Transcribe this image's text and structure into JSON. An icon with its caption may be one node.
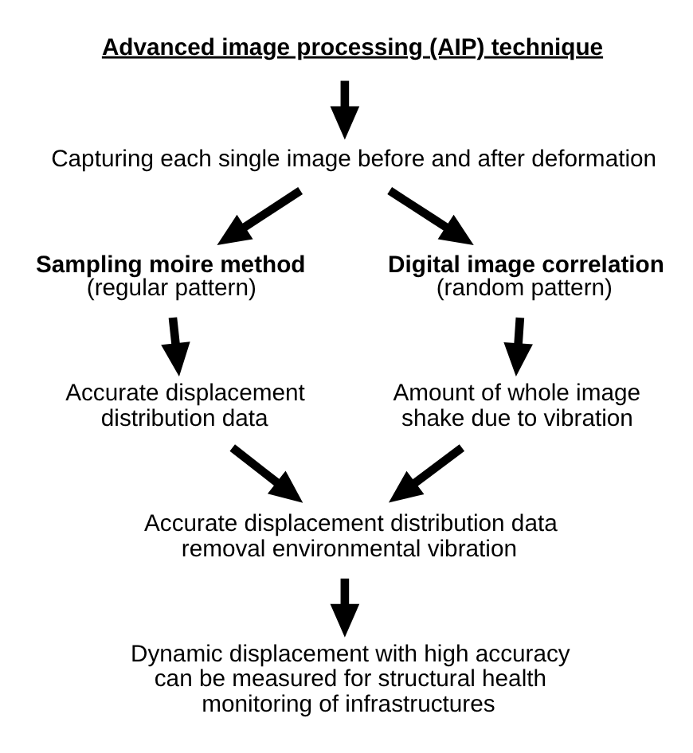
{
  "diagram": {
    "nodes": [
      {
        "text": [
          "Advanced image processing (AIP) technique"
        ]
      },
      {
        "text": [
          "Capturing each single image before and after deformation"
        ]
      },
      {
        "text": [
          "Sampling moire method",
          "(regular pattern)"
        ]
      },
      {
        "text": [
          "Digital image correlation",
          "(random pattern)"
        ]
      },
      {
        "text": [
          "Accurate displacement distribution data"
        ]
      },
      {
        "text": [
          "Amount of whole image shake due to vibration"
        ]
      },
      {
        "text": [
          "Accurate displacement distribution data removal environmental vibration"
        ]
      },
      {
        "text": [
          "Dynamic displacement with high accuracy can be measured for structural health monitoring of infrastructures"
        ]
      }
    ],
    "edges": [
      {
        "from": 0,
        "to": 1,
        "arrow": "to"
      },
      {
        "from": 1,
        "to": 2,
        "arrow": "to"
      },
      {
        "from": 1,
        "to": 3,
        "arrow": "to"
      },
      {
        "from": 2,
        "to": 4,
        "arrow": "to"
      },
      {
        "from": 3,
        "to": 5,
        "arrow": "to"
      },
      {
        "from": 4,
        "to": 6,
        "arrow": "to"
      },
      {
        "from": 5,
        "to": 6,
        "arrow": "to"
      },
      {
        "from": 6,
        "to": 7,
        "arrow": "to"
      }
    ]
  }
}
